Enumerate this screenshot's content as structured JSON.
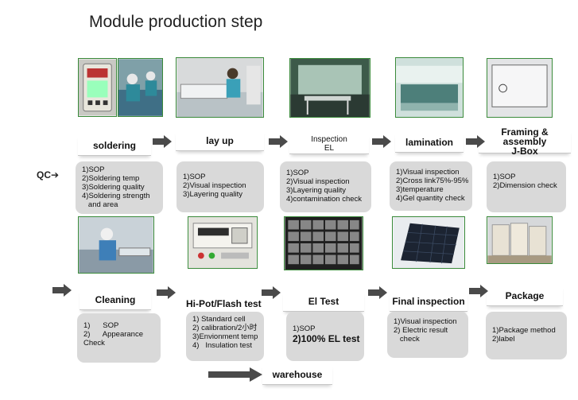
{
  "title": "Module production step",
  "qc_label": "QC➔",
  "stages_top": [
    {
      "label": "soldering"
    },
    {
      "label": "lay up"
    },
    {
      "label_line1": "Inspection",
      "label_line2": "EL"
    },
    {
      "label": "lamination"
    },
    {
      "label_line1": "Framing & assembly",
      "label_line2": "J-Box"
    }
  ],
  "qc_top": [
    [
      "1)SOP",
      "2)Soldering temp",
      "3)Soldering quality",
      "4)Soldering strength",
      "   and area"
    ],
    [
      "1)SOP",
      "2)Visual inspection",
      "3)Layering quality"
    ],
    [
      "1)SOP",
      "2)Visual inspection",
      "3)Layering quality",
      "4)contamination check"
    ],
    [
      "1)Visual inspection",
      "2)Cross link75%-95%",
      "3)temperature",
      "4)Gel quantity check"
    ],
    [
      "1)SOP",
      "2)Dimension check"
    ]
  ],
  "stages_bottom": [
    {
      "label": "Cleaning"
    },
    {
      "label": "Hi-Pot/Flash test"
    },
    {
      "label": "El Test"
    },
    {
      "label": "Final inspection"
    },
    {
      "label": "Package"
    }
  ],
  "qc_bottom": [
    [
      "1)      SOP",
      "2)      Appearance",
      "Check"
    ],
    [
      "1) Standard cell",
      "2) calibration/2小时",
      "3)Envionment temp",
      "4)   Insulation test"
    ],
    [
      "1)SOP",
      "2)100% EL test"
    ],
    [
      "1)Visual inspection",
      "2) Electric result",
      "   check"
    ],
    [
      "1)Package method",
      "2)label"
    ]
  ],
  "warehouse": "warehouse",
  "colors": {
    "arrow": "#4a4a4a",
    "box": "#d9d9d9",
    "photo_border": "#3a8a3a"
  }
}
